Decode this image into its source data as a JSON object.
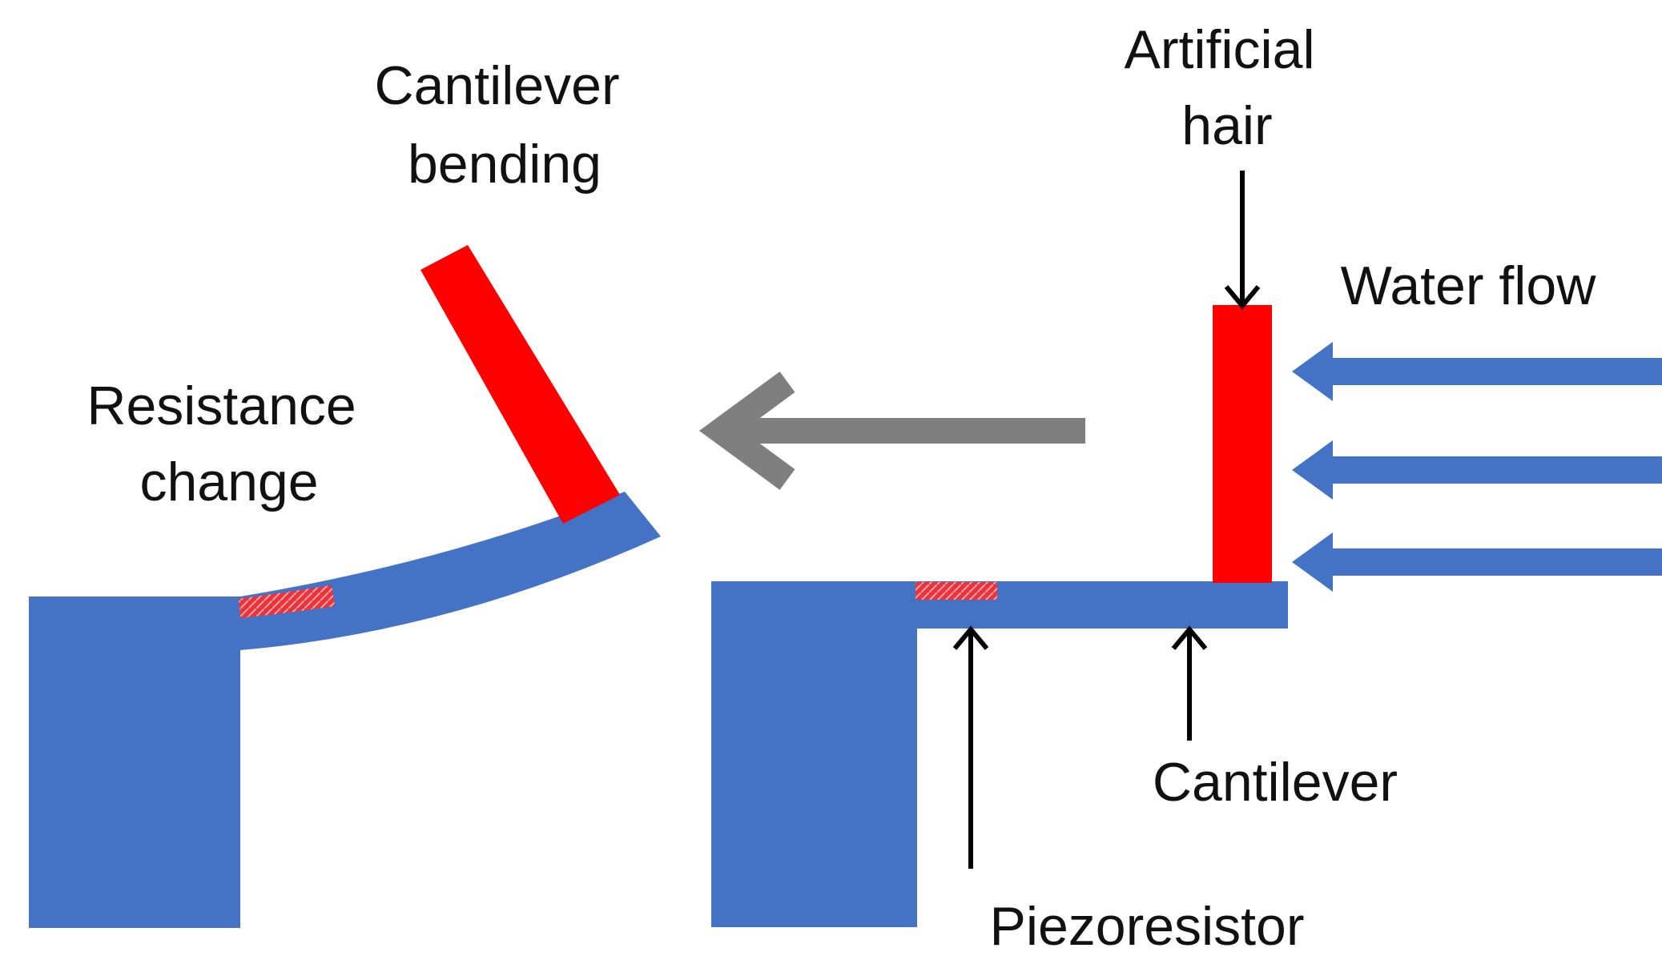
{
  "labels": {
    "cantilever_bending": [
      "Cantilever",
      "bending"
    ],
    "artificial_hair": [
      "Artificial",
      "hair"
    ],
    "water_flow": "Water flow",
    "resistance_change": [
      "Resistance",
      "change"
    ],
    "cantilever": "Cantilever",
    "piezoresistor": "Piezoresistor"
  },
  "colors": {
    "structure_blue": "#4472C4",
    "hair_red": "#FF0000",
    "piezoresistor_red": "#E8343A",
    "transition_arrow_gray": "#7F7F7F",
    "pointer_black": "#000000"
  },
  "icons": {
    "water_flow_arrows": "left-arrow-icon",
    "transition_arrow": "left-arrow-icon"
  }
}
